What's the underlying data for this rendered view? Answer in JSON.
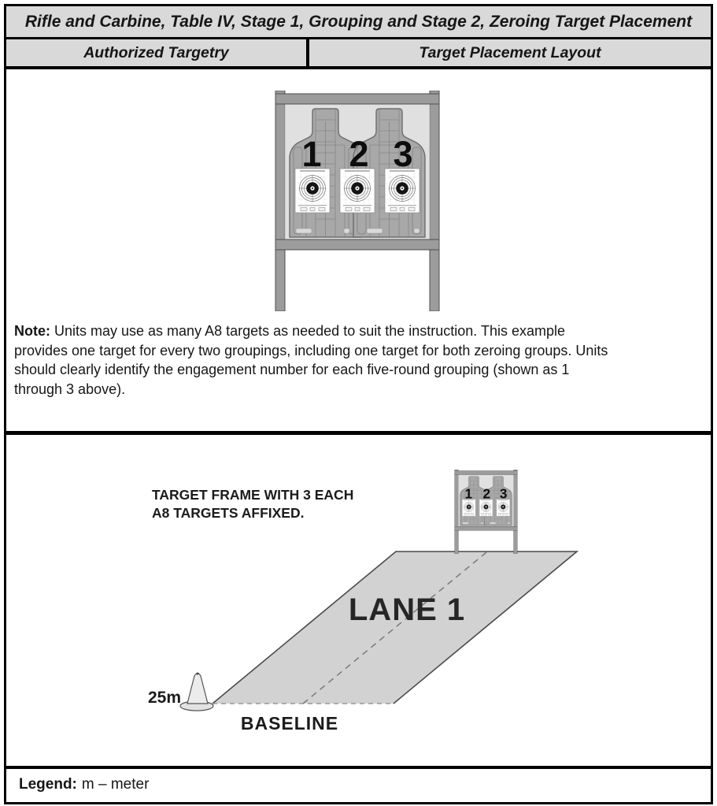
{
  "title": "Rifle and Carbine, Table IV, Stage 1, Grouping and Stage 2, Zeroing Target Placement",
  "columns": {
    "left": "Authorized Targetry",
    "right": "Target Placement Layout"
  },
  "note": {
    "label": "Note:",
    "lines": [
      "Units may use as many A8 targets as needed to suit the instruction. This example",
      "provides one target for every two groupings, including one target for both zeroing groups. Units",
      "should clearly identify the engagement number for each five-round grouping (shown as 1",
      "through 3 above)."
    ]
  },
  "frame": {
    "numbers": [
      "1",
      "2",
      "3"
    ]
  },
  "layout": {
    "caption_line1": "TARGET FRAME WITH 3 EACH",
    "caption_line2": "A8 TARGETS AFFIXED.",
    "lane_label": "LANE 1",
    "distance_label": "25m",
    "baseline_label": "BASELINE"
  },
  "legend": {
    "label": "Legend:",
    "text": "m – meter"
  },
  "colors": {
    "header_bg": "#d9d9d9",
    "lane_fill": "#d2d2d2",
    "frame_gray": "#9c9c9c",
    "silhouette_gray": "#a8a8a8",
    "border": "#000000"
  }
}
